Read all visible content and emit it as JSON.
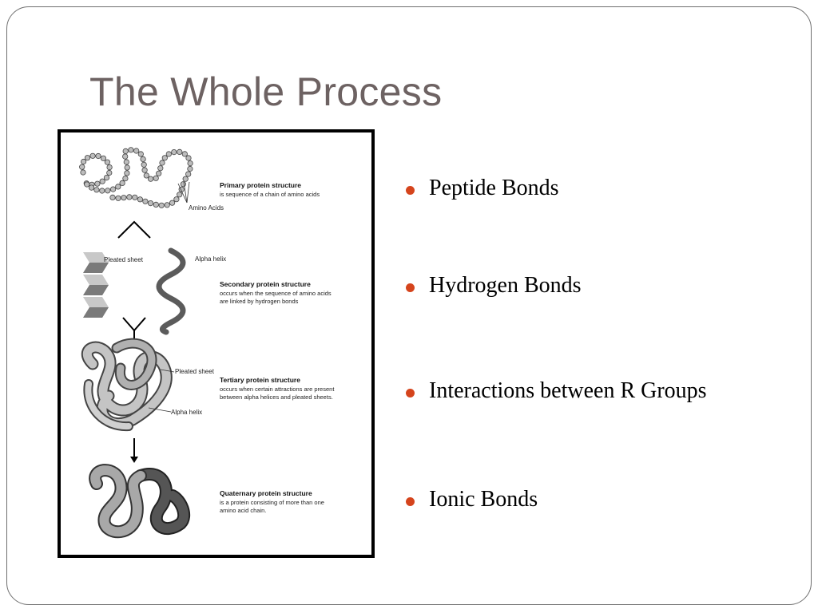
{
  "slide": {
    "title": "The Whole Process",
    "bullets": [
      {
        "label": "Peptide Bonds"
      },
      {
        "label": "Hydrogen Bonds"
      },
      {
        "label": "Interactions between R Groups"
      },
      {
        "label": "Ionic Bonds"
      }
    ],
    "bullet_color": "#d5441c"
  },
  "figure": {
    "primary": {
      "heading": "Primary protein structure",
      "desc": [
        "is sequence of a chain of amino acids"
      ],
      "callout": "Amino Acids"
    },
    "secondary": {
      "heading": "Secondary protein structure",
      "desc": [
        "occurs when the sequence of amino acids",
        "are linked by hydrogen bonds"
      ],
      "label_sheet": "Pleated sheet",
      "label_helix": "Alpha helix"
    },
    "tertiary": {
      "heading": "Tertiary protein structure",
      "desc": [
        "occurs when certain attractions are present",
        "between alpha helices and pleated sheets."
      ],
      "label_sheet": "Pleated sheet",
      "label_helix": "Alpha helix"
    },
    "quaternary": {
      "heading": "Quaternary protein structure",
      "desc": [
        "is a protein consisting of more than one",
        "amino acid chain."
      ]
    }
  }
}
